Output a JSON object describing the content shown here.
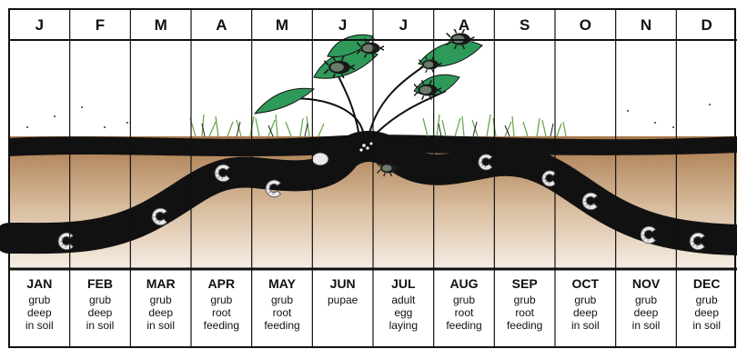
{
  "months": [
    {
      "letter": "J",
      "abbr": "JAN",
      "stage": [
        "grub",
        "deep",
        "in soil"
      ]
    },
    {
      "letter": "F",
      "abbr": "FEB",
      "stage": [
        "grub",
        "deep",
        "in soil"
      ]
    },
    {
      "letter": "M",
      "abbr": "MAR",
      "stage": [
        "grub",
        "deep",
        "in soil"
      ]
    },
    {
      "letter": "A",
      "abbr": "APR",
      "stage": [
        "grub",
        "root",
        "feeding"
      ]
    },
    {
      "letter": "M",
      "abbr": "MAY",
      "stage": [
        "grub",
        "root",
        "feeding"
      ]
    },
    {
      "letter": "J",
      "abbr": "JUN",
      "stage": [
        "pupae"
      ]
    },
    {
      "letter": "J",
      "abbr": "JUL",
      "stage": [
        "adult",
        "egg",
        "laying"
      ]
    },
    {
      "letter": "A",
      "abbr": "AUG",
      "stage": [
        "grub",
        "root",
        "feeding"
      ]
    },
    {
      "letter": "S",
      "abbr": "SEP",
      "stage": [
        "grub",
        "root",
        "feeding"
      ]
    },
    {
      "letter": "O",
      "abbr": "OCT",
      "stage": [
        "grub",
        "deep",
        "in soil"
      ]
    },
    {
      "letter": "N",
      "abbr": "NOV",
      "stage": [
        "grub",
        "deep",
        "in soil"
      ]
    },
    {
      "letter": "D",
      "abbr": "DEC",
      "stage": [
        "grub",
        "deep",
        "in soil"
      ]
    }
  ],
  "colors": {
    "soil_top": "#a8774a",
    "soil_bottom": "#f6eee4",
    "tunnel": "#111111",
    "leaf": "#2e9a5a",
    "grass": "#6aa84f",
    "beetle": "#1a1a1a",
    "grub": "#e9e9e9",
    "sky": "#ffffff",
    "line": "#111111"
  },
  "icons": {
    "grub": "c-shaped-grub-icon",
    "beetle": "japanese-beetle-icon",
    "pupa": "pupa-icon",
    "egg": "egg-icon"
  }
}
